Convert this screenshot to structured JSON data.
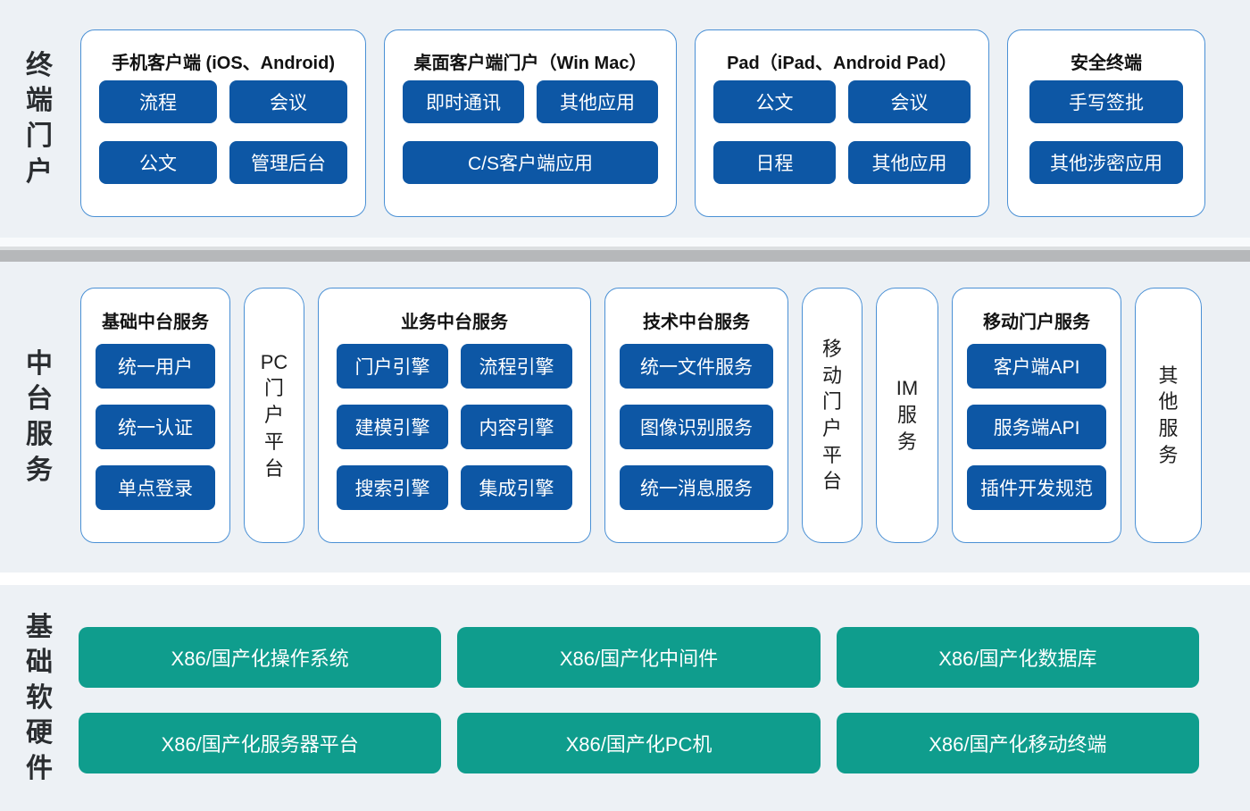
{
  "terminal": {
    "label": "终端门户",
    "cards": [
      {
        "title": "手机客户端 (iOS、Android)",
        "buttons": [
          "流程",
          "会议",
          "公文",
          "管理后台"
        ]
      },
      {
        "title": "桌面客户端门户（Win Mac）",
        "buttons": [
          "即时通讯",
          "其他应用",
          "C/S客户端应用"
        ]
      },
      {
        "title": "Pad（iPad、Android Pad）",
        "buttons": [
          "公文",
          "会议",
          "日程",
          "其他应用"
        ]
      },
      {
        "title": "安全终端",
        "buttons": [
          "手写签批",
          "其他涉密应用"
        ]
      }
    ]
  },
  "middle": {
    "label": "中台服务",
    "cards": [
      {
        "title": "基础中台服务",
        "buttons": [
          "统一用户",
          "统一认证",
          "单点登录"
        ]
      },
      {
        "vertical": "PC门户平台"
      },
      {
        "title": "业务中台服务",
        "buttons": [
          "门户引擎",
          "流程引擎",
          "建模引擎",
          "内容引擎",
          "搜索引擎",
          "集成引擎"
        ]
      },
      {
        "title": "技术中台服务",
        "buttons": [
          "统一文件服务",
          "图像识别服务",
          "统一消息服务"
        ]
      },
      {
        "vertical": "移动门户平台"
      },
      {
        "vertical": "IM服务"
      },
      {
        "title": "移动门户服务",
        "buttons": [
          "客户端API",
          "服务端API",
          "插件开发规范"
        ]
      },
      {
        "vertical": "其他服务"
      }
    ]
  },
  "base": {
    "label": "基础软硬件",
    "buttons": [
      "X86/国产化操作系统",
      "X86/国产化中间件",
      "X86/国产化数据库",
      "X86/国产化服务器平台",
      "X86/国产化PC机",
      "X86/国产化移动终端"
    ]
  },
  "colors": {
    "background": "#edf1f5",
    "card_border": "#4a90d5",
    "primary_button": "#0d57a5",
    "base_button": "#0f9d8d",
    "separator_gray": "#b6b8ba",
    "text_dark": "#1d1d1d"
  }
}
